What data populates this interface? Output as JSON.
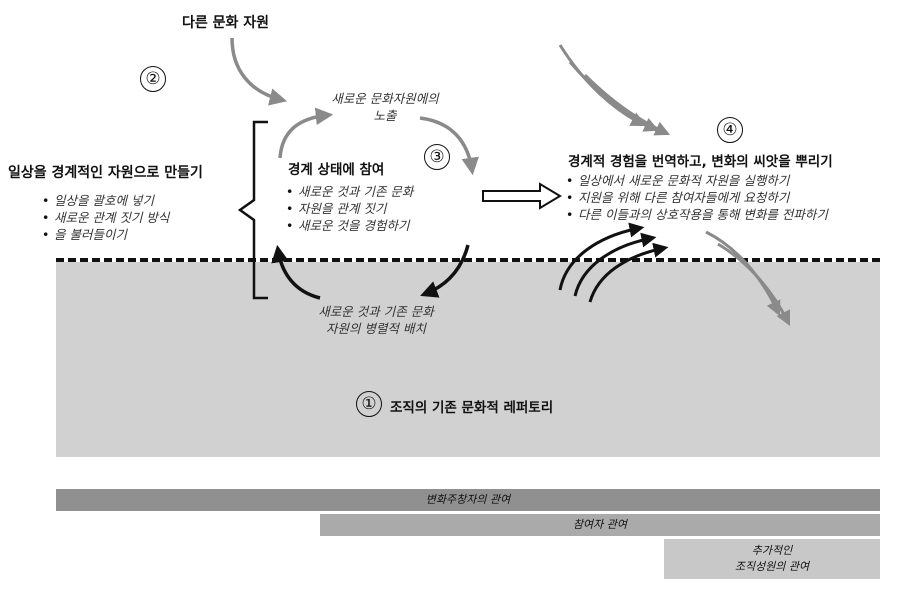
{
  "source_label": "다른 문화 자원",
  "numbers": [
    "①",
    "②",
    "③",
    "④"
  ],
  "left_block": {
    "title": "일상을 경계적인 자원으로 만들기",
    "bullets": [
      "일상을 괄호에 넣기",
      "새로운 관계 짓기 방식",
      "을 불러들이기"
    ]
  },
  "cycle": {
    "top_label_1": "새로운 문화자원에의",
    "top_label_2": "노출",
    "center_title": "경계 상태에 참여",
    "center_bullets": [
      "새로운 것과 기존 문화",
      "자원을 관계 짓기",
      "새로운 것을 경험하기"
    ],
    "bottom_label_1": "새로운 것과 기존 문화",
    "bottom_label_2": "자원의 병렬적 배치"
  },
  "right_block": {
    "title": "경계적 경험을 번역하고, 변화의 씨앗을 뿌리기",
    "bullets": [
      "일상에서 새로운 문화적 자원을 실행하기",
      "지원을 위해 다른 참여자들에게 요청하기",
      "다른 이들과의 상호작용을 통해 변화를 전파하기"
    ]
  },
  "repertoire_label": "조직의 기존 문화적 레퍼토리",
  "bars": {
    "bar1": "변화주창자의 관여",
    "bar2": "참여자 관여",
    "bar3_line1": "추가적인",
    "bar3_line2": "조직성원의 관여"
  },
  "colors": {
    "repertoire_fill": "#d1d1d1",
    "bar1": "#909090",
    "bar2": "#aaaaaa",
    "bar3": "#c8c8c8",
    "arrow_gray": "#8a8a8a",
    "arrow_black": "#111111"
  }
}
